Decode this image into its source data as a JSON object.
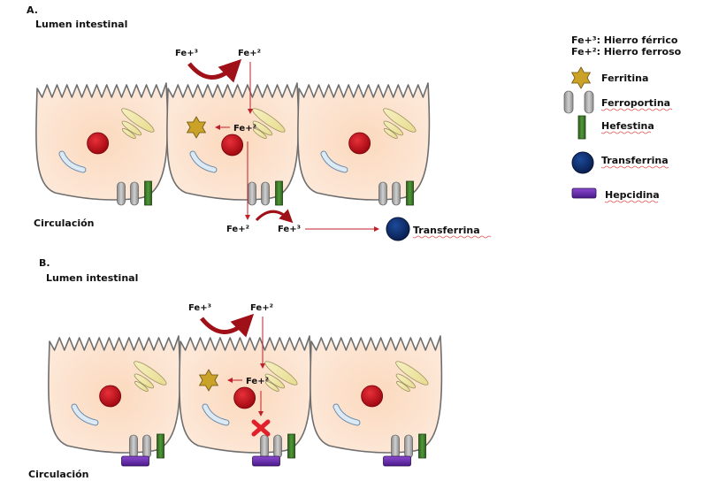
{
  "panels": [
    {
      "id": "A",
      "label": "A.",
      "lumen_label": "Lumen intestinal",
      "circulation_label": "Circulación",
      "fe3_top": "Fe+³",
      "fe2_top": "Fe+²",
      "fe2_inside": "Fe+²",
      "fe2_bottom": "Fe+²",
      "fe3_bottom": "Fe+³",
      "transferrin_label": "Transferrina",
      "hepcidin_present": false,
      "export_blocked": false
    },
    {
      "id": "B",
      "label": "B.",
      "lumen_label": "Lumen intestinal",
      "circulation_label": "Circulación",
      "fe3_top": "Fe+³",
      "fe2_top": "Fe+²",
      "fe2_inside": "Fe+²",
      "hepcidin_present": true,
      "export_blocked": true
    }
  ],
  "legend": {
    "ferric_def": "Fe+³: Hierro férrico",
    "ferrous_def": "Fe+²: Hierro ferroso",
    "items": [
      {
        "icon": "ferritin-star-icon",
        "label": "Ferritina",
        "color": "#c9a227"
      },
      {
        "icon": "ferroportin-icon",
        "label": "Ferroportina",
        "color": "#a9a9a9"
      },
      {
        "icon": "hephaestin-icon",
        "label": "Hefestina",
        "color": "#3d7a2a"
      },
      {
        "icon": "transferrin-icon",
        "label": "Transferrina",
        "color": "#0f2f6e"
      },
      {
        "icon": "hepcidin-icon",
        "label": "Hepcidina",
        "color": "#6a2bb0"
      }
    ]
  },
  "colors": {
    "cell_fill": "#fde3cf",
    "cell_stroke": "#707070",
    "nucleus": "#c8101a",
    "arrow": "#c0202a",
    "block_x": "#e0202a"
  }
}
